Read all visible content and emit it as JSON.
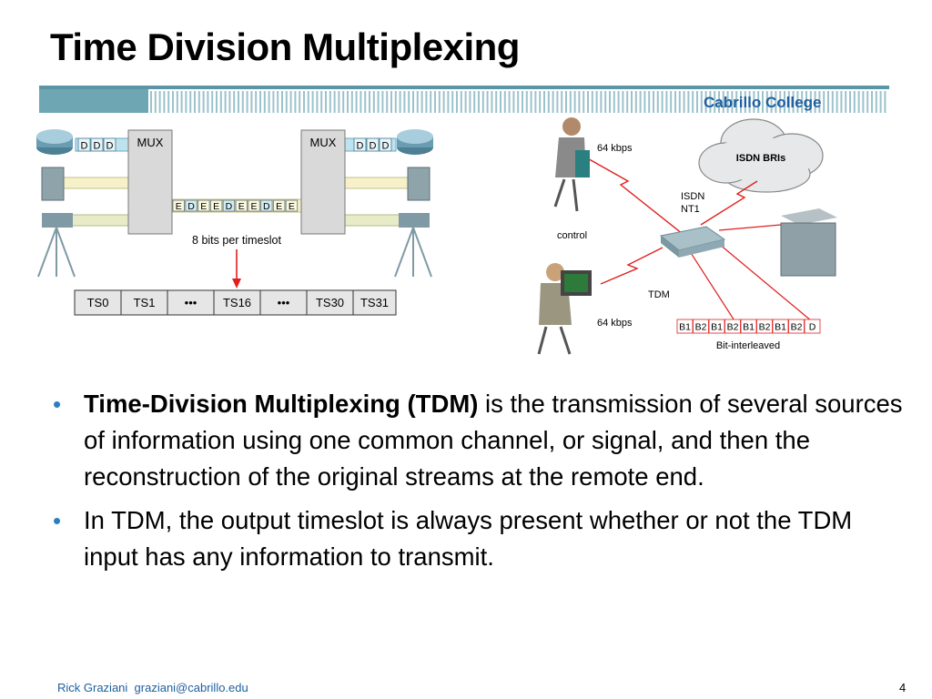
{
  "slide": {
    "title": "Time Division Multiplexing",
    "brand": "Cabrillo College"
  },
  "left_diagram": {
    "mux_left": "MUX",
    "mux_right": "MUX",
    "d_frames": [
      "D",
      "D",
      "D"
    ],
    "trunk_frames": [
      "E",
      "D",
      "E",
      "E",
      "D",
      "E",
      "E",
      "D",
      "E",
      "E"
    ],
    "bits_label": "8 bits per timeslot",
    "timeslots": [
      "TS0",
      "TS1",
      "•••",
      "TS16",
      "•••",
      "TS30",
      "TS31"
    ]
  },
  "right_diagram": {
    "cloud_label": "ISDN BRIs",
    "top_speed": "64 kbps",
    "control": "control",
    "nt1_line1": "ISDN",
    "nt1_line2": "NT1",
    "tdm": "TDM",
    "bottom_speed": "64 kbps",
    "bit_cells": [
      "B1",
      "B2",
      "B1",
      "B2",
      "B1",
      "B2",
      "B1",
      "B2",
      "D"
    ],
    "bit_caption": "Bit-interleaved"
  },
  "bullets": [
    {
      "bold": "Time-Division Multiplexing (TDM)",
      "text": " is the transmission of several sources of information using one common channel, or signal, and then the reconstruction of the original streams at the remote end."
    },
    {
      "bold": "",
      "text": "In TDM, the output timeslot is always present whether or not the TDM input has any information to transmit."
    }
  ],
  "footer": {
    "author": "Rick Graziani",
    "email": "graziani@cabrillo.edu",
    "page": "4"
  },
  "colors": {
    "brand": "#1f5fa0",
    "bullet": "#2b7ec6",
    "band": "#5b95a6",
    "arrow": "#e02020"
  }
}
